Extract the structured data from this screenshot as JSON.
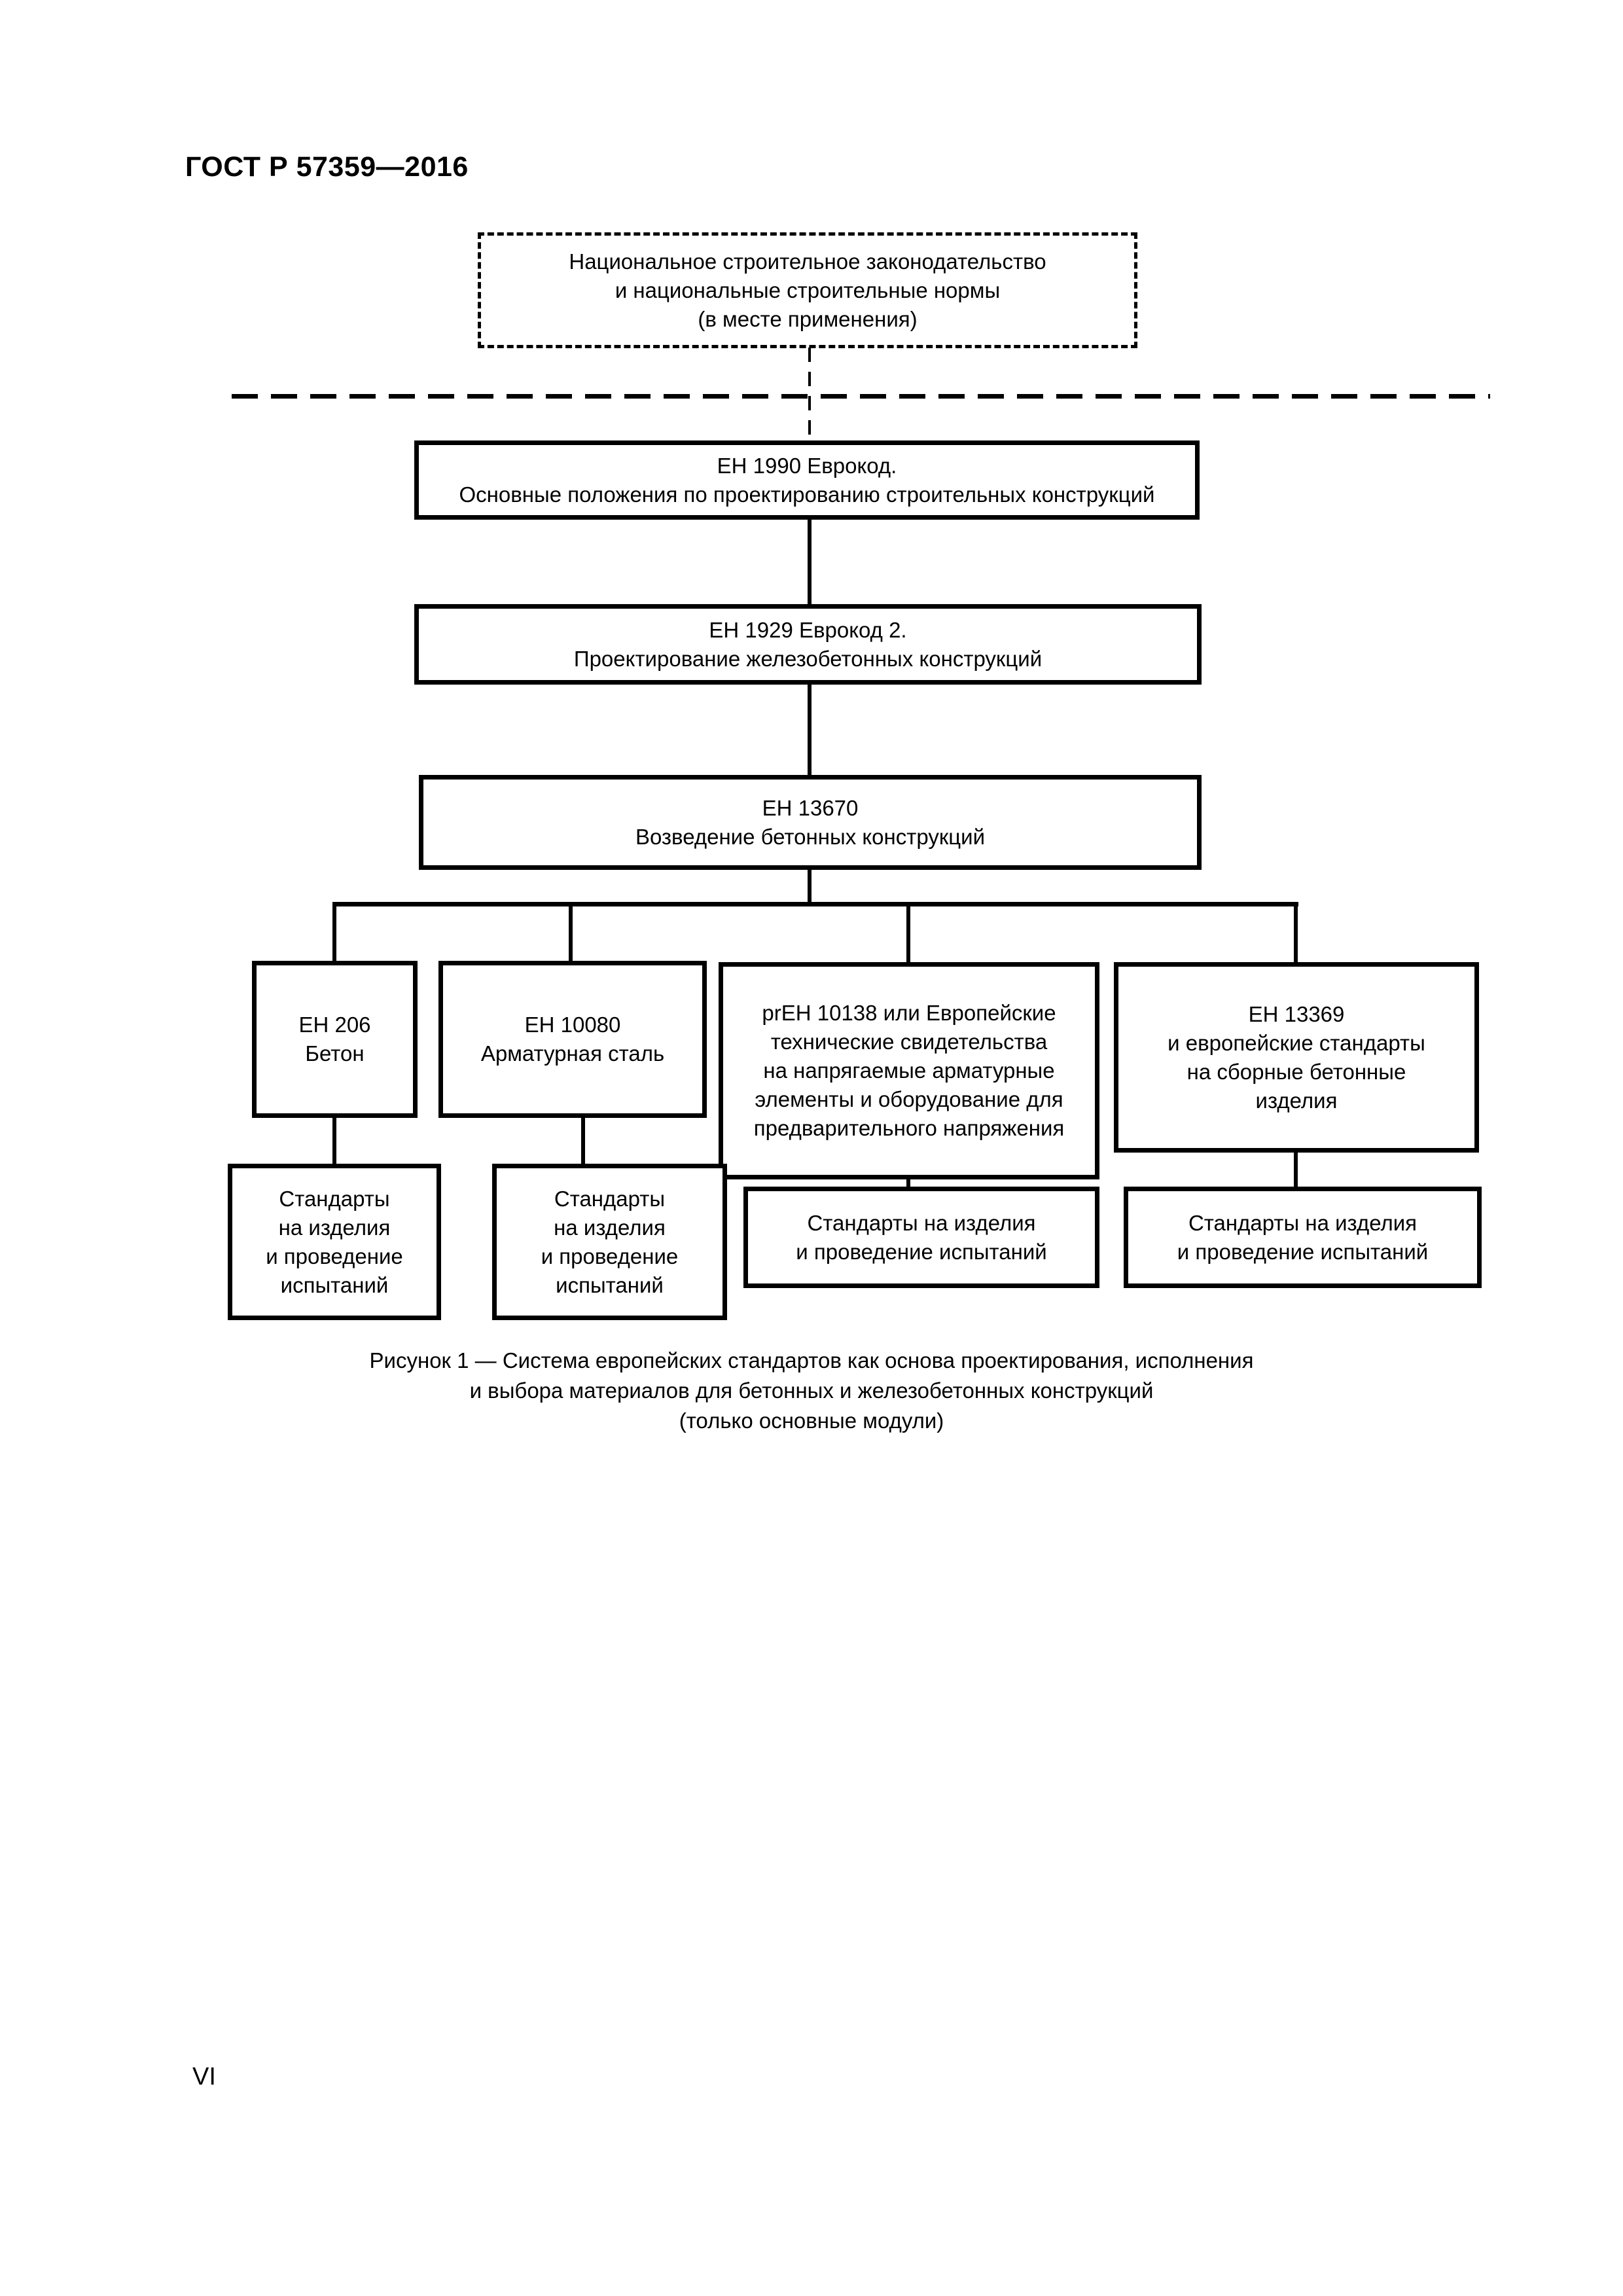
{
  "document": {
    "standard_code": "ГОСТ Р 57359—2016",
    "page_number": "VI"
  },
  "figure": {
    "nodes": {
      "national": {
        "lines": [
          "Национальное строительное законодательство",
          "и национальные строительные нормы",
          "(в месте применения)"
        ]
      },
      "eh1990": {
        "lines": [
          "ЕН 1990 Еврокод.",
          "Основные положения по проектированию строительных конструкций"
        ]
      },
      "eh1929": {
        "lines": [
          "ЕН 1929 Еврокод 2.",
          "Проектирование железобетонных конструкций"
        ]
      },
      "eh13670": {
        "lines": [
          "ЕН 13670",
          "Возведение бетонных конструкций"
        ]
      },
      "eh206": {
        "lines": [
          "ЕН 206",
          "Бетон"
        ]
      },
      "eh10080": {
        "lines": [
          "ЕН 10080",
          "Арматурная сталь"
        ]
      },
      "preh10138": {
        "lines": [
          "prЕН 10138 или Европейские",
          "технические свидетельства",
          "на напрягаемые арматурные",
          "элементы и оборудование для",
          "предварительного напряжения"
        ]
      },
      "eh13369": {
        "lines": [
          "ЕН 13369",
          "и европейские стандарты",
          "на сборные бетонные",
          "изделия"
        ]
      },
      "standards_tall_1": {
        "lines": [
          "Стандарты",
          "на изделия",
          "и проведение",
          "испытаний"
        ]
      },
      "standards_tall_2": {
        "lines": [
          "Стандарты",
          "на изделия",
          "и проведение",
          "испытаний"
        ]
      },
      "standards_wide_1": {
        "lines": [
          "Стандарты на изделия",
          "и проведение испытаний"
        ]
      },
      "standards_wide_2": {
        "lines": [
          "Стандарты на изделия",
          "и проведение испытаний"
        ]
      }
    },
    "caption": {
      "lines": [
        "Рисунок 1 — Система европейских стандартов как основа проектирования, исполнения",
        "и выбора материалов для бетонных и железобетонных конструкций",
        "(только основные модули)"
      ]
    }
  },
  "colors": {
    "ink": "#000000",
    "paper": "#ffffff"
  }
}
